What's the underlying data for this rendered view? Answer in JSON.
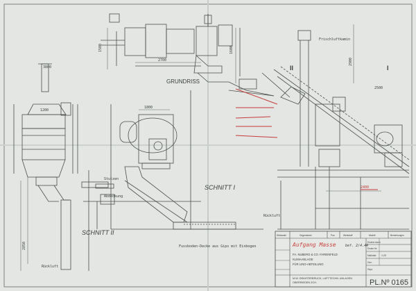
{
  "drawing": {
    "view_labels": {
      "grundriss": "GRUNDRISS",
      "schnitt_1": "SCHNITT I",
      "schnitt_2": "SCHNITT II",
      "marker_left": "II",
      "marker_right": "I"
    },
    "annotations": {
      "frischluftkamin": "Frischluftkamin",
      "fussboden": "Fussboden-Decke aus Gips mit Einbogen",
      "rueckluft_1": "Rückluft",
      "rueckluft_2": "Rückluft",
      "stutzen": "Stutzen",
      "abdeckung": "Abdeckung",
      "dim_2700": "2700",
      "dim_2900": "2900",
      "dim_1800": "1800",
      "dim_1600": "1600",
      "dim_1500": "1500",
      "dim_1200": "1200",
      "dim_3800": "3800",
      "dim_2850": "2850",
      "dim_2400": "2400",
      "dim_2500": "2500"
    }
  },
  "title_block": {
    "handwritten_name": "Aufgang Masse",
    "handwritten_date": "bef. 2/4.44",
    "company_line_1": "FA. NUBERG & CO. FARIENFELD",
    "company_line_2": "KLIMAANLAGE",
    "company_line_3": "FÜR LINO-ABTEILUNG",
    "company_line_4": "M.W. DRAHTERBRUCK, LUFTTECHN. ANLAGEN",
    "company_line_5": "OBERRIEDEN ZCH.",
    "drawing_number": "PL.Nº 0165",
    "header": {
      "stuckzahl": "Stückzahl",
      "gegenstand": "Gegenstand",
      "pos": "Pos.",
      "werkstoff": "Werkstoff",
      "modell": "Modell",
      "bemerkungen": "Bemerkungen"
    },
    "meta": {
      "massstab": "Maßstab",
      "massstab_value": "1:20",
      "gezeichnet": "Gez.",
      "geprueft": "Gepr.",
      "ersetzt": "Ersetzt durch",
      "ersatz": "Ersatz für"
    }
  }
}
